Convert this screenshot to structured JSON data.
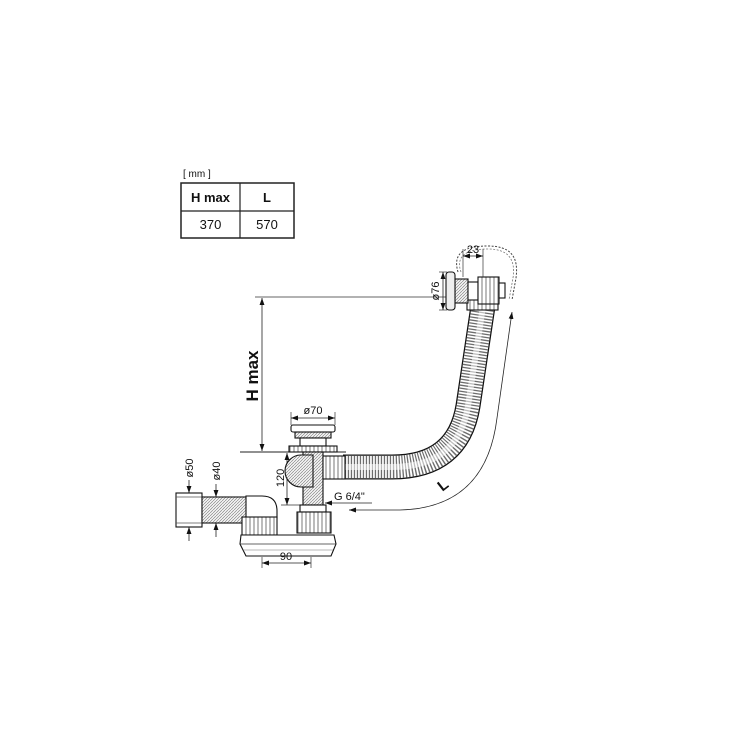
{
  "units_label": "[ mm ]",
  "table": {
    "headers": [
      "H max",
      "L"
    ],
    "rows": [
      [
        "370",
        "570"
      ]
    ]
  },
  "dimensions": {
    "overflow_offset": "23",
    "overflow_diameter": "ø76",
    "max_height": "H max",
    "plug_diameter": "ø70",
    "waste_height": "120",
    "thread_size": "G 6/4\"",
    "hose_length": "L",
    "outlet_outer_diameter": "ø50",
    "outlet_inner_diameter": "ø40",
    "trap_offset": "90"
  }
}
